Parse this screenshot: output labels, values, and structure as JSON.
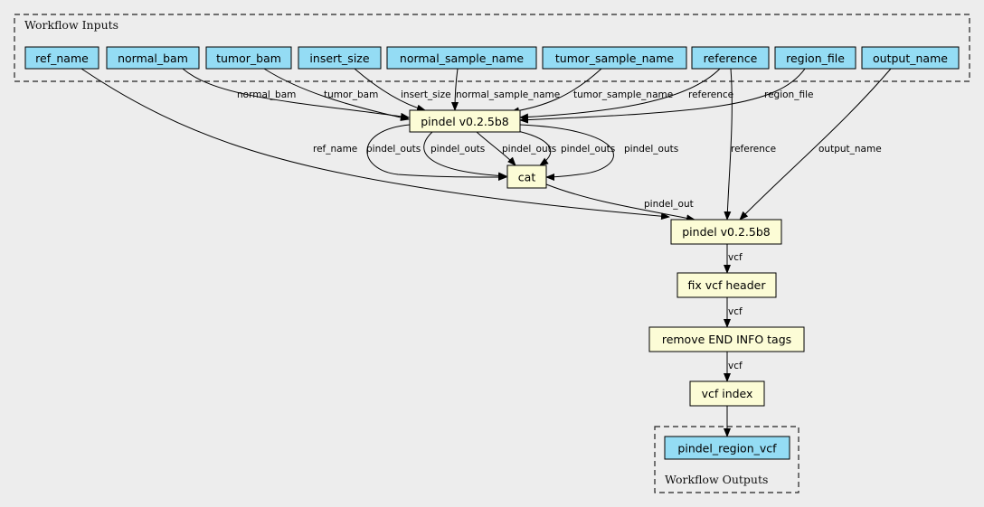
{
  "clusters": {
    "inputs_label": "Workflow Inputs",
    "outputs_label": "Workflow Outputs"
  },
  "inputs": {
    "ref_name": "ref_name",
    "normal_bam": "normal_bam",
    "tumor_bam": "tumor_bam",
    "insert_size": "insert_size",
    "normal_sample_name": "normal_sample_name",
    "tumor_sample_name": "tumor_sample_name",
    "reference": "reference",
    "region_file": "region_file",
    "output_name": "output_name"
  },
  "steps": {
    "pindel_run": "pindel v0.2.5b8",
    "cat": "cat",
    "pindel_vcf": "pindel v0.2.5b8",
    "fix_header": "fix vcf header",
    "remove_end": "remove END INFO tags",
    "vcf_index": "vcf index"
  },
  "outputs": {
    "pindel_region_vcf": "pindel_region_vcf"
  },
  "edge_labels": {
    "normal_bam": "normal_bam",
    "tumor_bam": "tumor_bam",
    "insert_size": "insert_size",
    "normal_sample_name": "normal_sample_name",
    "tumor_sample_name": "tumor_sample_name",
    "reference_1": "reference",
    "region_file": "region_file",
    "ref_name": "ref_name",
    "pindel_outs_1": "pindel_outs",
    "pindel_outs_2": "pindel_outs",
    "pindel_outs_3": "pindel_outs",
    "pindel_outs_4": "pindel_outs",
    "pindel_outs_5": "pindel_outs",
    "reference_2": "reference",
    "output_name": "output_name",
    "pindel_out": "pindel_out",
    "vcf_1": "vcf",
    "vcf_2": "vcf",
    "vcf_3": "vcf"
  }
}
